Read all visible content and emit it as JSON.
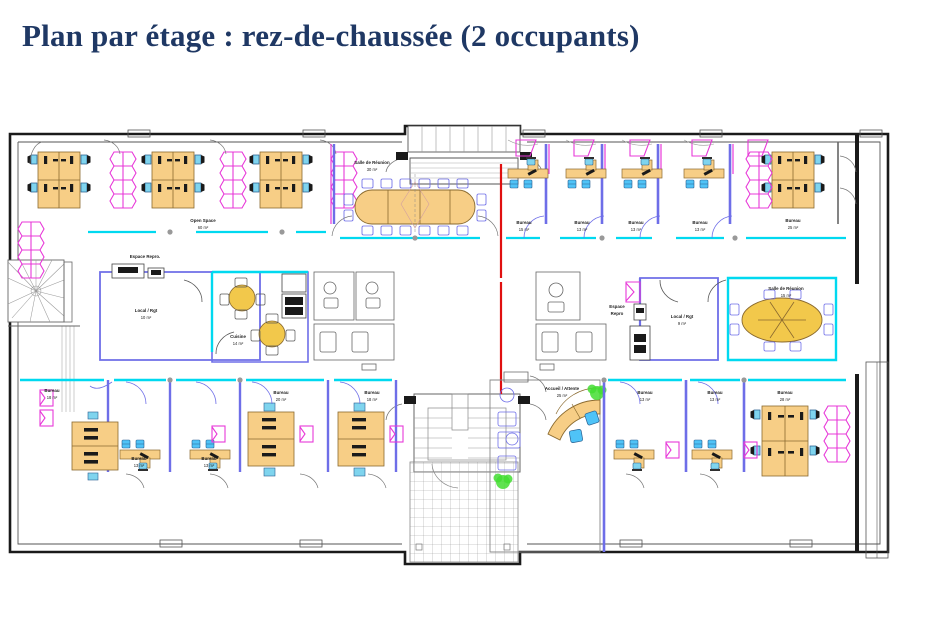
{
  "slide": {
    "title": "Plan par étage : rez-de-chaussée (2 occupants)"
  },
  "palette": {
    "title_color": "#1F3864",
    "desk_fill": "#F7CE86",
    "desk_stroke": "#8a6a2f",
    "chair_fill": "#7FD4EE",
    "chair_stroke": "#2a5f8f",
    "monitor_fill": "#2f2f2f",
    "storage_magenta": "#E838D8",
    "wall_black": "#1a1a1a",
    "partition_blue": "#6E6EE8",
    "glazing_cyan": "#00D9F0",
    "accent_red": "#E01010",
    "plant_green": "#44DD33",
    "table_fill": "#F2C84B"
  },
  "rooms": [
    {
      "id": "open-space",
      "name": "Open Space",
      "area": "60 m²"
    },
    {
      "id": "salle-reunion-30",
      "name": "Salle de Réunion",
      "area": "30 m²"
    },
    {
      "id": "bureau-t1",
      "name": "Bureau",
      "area": "15 m²"
    },
    {
      "id": "bureau-t2",
      "name": "Bureau",
      "area": "13 m²"
    },
    {
      "id": "bureau-t3",
      "name": "Bureau",
      "area": "13 m²"
    },
    {
      "id": "bureau-t4",
      "name": "Bureau",
      "area": "13 m²"
    },
    {
      "id": "bureau-t5",
      "name": "Bureau",
      "area": "25 m²"
    },
    {
      "id": "espace-repro-l",
      "name": "Espace Repro.",
      "area": ""
    },
    {
      "id": "local-rgt-10",
      "name": "Local / Rgt",
      "area": "10 m²"
    },
    {
      "id": "cuisine",
      "name": "Cuisine",
      "area": "14 m²"
    },
    {
      "id": "espace-repro-r",
      "name": "Espace Repro",
      "area": ""
    },
    {
      "id": "local-rgt-9",
      "name": "Local / Rgt",
      "area": "9 m²"
    },
    {
      "id": "salle-reunion-15",
      "name": "Salle de Réunion",
      "area": "15 m²"
    },
    {
      "id": "bureau-b1",
      "name": "Bureau",
      "area": "18 m²"
    },
    {
      "id": "bureau-b2",
      "name": "Bureau",
      "area": "13 m²"
    },
    {
      "id": "bureau-b3",
      "name": "Bureau",
      "area": "13 m²"
    },
    {
      "id": "bureau-b4",
      "name": "Bureau",
      "area": "20 m²"
    },
    {
      "id": "bureau-b5",
      "name": "Bureau",
      "area": "18 m²"
    },
    {
      "id": "accueil",
      "name": "Accueil / Attente",
      "area": "25 m²"
    },
    {
      "id": "bureau-b6",
      "name": "Bureau",
      "area": "13 m²"
    },
    {
      "id": "bureau-b7",
      "name": "Bureau",
      "area": "13 m²"
    },
    {
      "id": "bureau-b8",
      "name": "Bureau",
      "area": "28 m²"
    }
  ],
  "labels": {
    "open_space_name": "Open Space",
    "open_space_area": "60 m²",
    "sdr30_name": "Salle de Réunion",
    "sdr30_area": "30 m²",
    "sdr15_name": "Salle de Réunion",
    "sdr15_area": "15 m²",
    "cuisine_name": "Cuisine",
    "cuisine_area": "14 m²",
    "repro_left": "Espace Repro.",
    "repro_right_1": "Espace",
    "repro_right_2": "Repro",
    "local_rgt_name": "Local / Rgt",
    "local_rgt_10": "10 m²",
    "local_rgt_9": "9 m²",
    "accueil_name": "Accueil / Attente",
    "accueil_area": "25 m²",
    "bureau": "Bureau",
    "a15": "15 m²",
    "a13": "13 m²",
    "a25": "25 m²",
    "a18": "18 m²",
    "a20": "20 m²",
    "a28": "28 m²"
  }
}
